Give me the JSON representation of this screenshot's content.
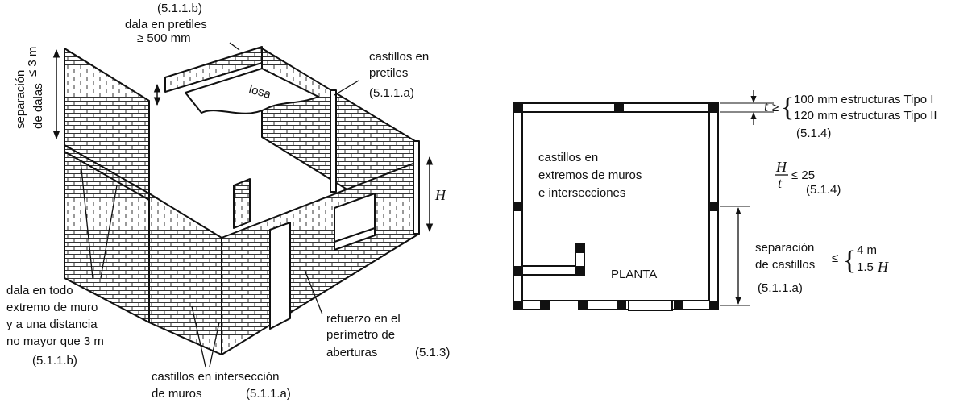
{
  "iso": {
    "ref_dala_pretiles": "(5.1.1.b)",
    "dala_pretiles_line1": "dala en pretiles",
    "dala_pretiles_line2": "≥ 500 mm",
    "separacion_line1": "separación",
    "separacion_line2": "≤ 3 m",
    "separacion_line3": "de dalas",
    "losa": "losa",
    "castillos_pretiles_line1": "castillos en",
    "castillos_pretiles_line2": "pretiles",
    "castillos_pretiles_ref": "(5.1.1.a)",
    "H": "H",
    "dala_todo_line1": "dala en todo",
    "dala_todo_line2": "extremo de muro",
    "dala_todo_line3": "y a una distancia",
    "dala_todo_line4": "no mayor que 3 m",
    "dala_todo_ref": "(5.1.1.b)",
    "refuerzo_line1": "refuerzo en el",
    "refuerzo_line2": "perímetro de",
    "refuerzo_line3": "aberturas",
    "refuerzo_ref": "(5.1.3)",
    "castillos_int_line1": "castillos en intersección",
    "castillos_int_line2": "de muros",
    "castillos_int_ref": "(5.1.1.a)"
  },
  "plan": {
    "t": "t",
    "t_ge": "≥",
    "t_opt1": "100 mm estructuras Tipo I",
    "t_opt2": "120 mm estructuras Tipo II",
    "t_ref": "(5.1.4)",
    "castillos_line1": "castillos en",
    "castillos_line2": "extremos de muros",
    "castillos_line3": "e intersecciones",
    "ratio_num": "H",
    "ratio_den": "t",
    "ratio_rel": "≤ 25",
    "ratio_ref": "(5.1.4)",
    "sep_line1": "separación",
    "sep_line2": "de castillos",
    "sep_le": "≤",
    "sep_opt1": "4 m",
    "sep_opt2_num": "1.5",
    "sep_opt2_var": "H",
    "sep_ref": "(5.1.1.a)",
    "planta": "PLANTA"
  }
}
